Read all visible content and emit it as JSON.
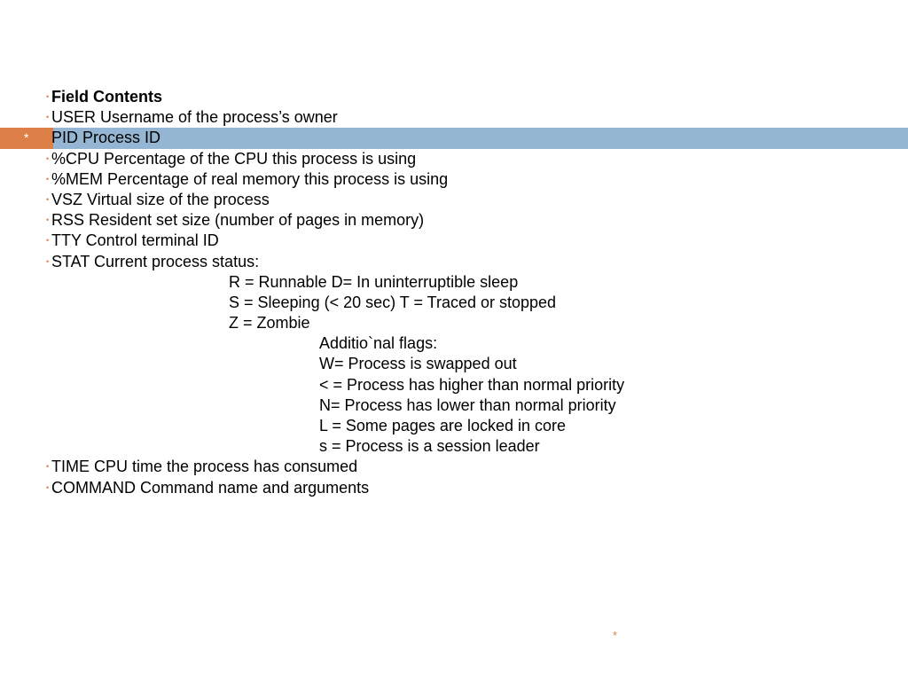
{
  "colors": {
    "band_blue": "#94b6d2",
    "band_orange": "#dd8047",
    "bullet": "#dd8047",
    "footer_mark": "#dd8047"
  },
  "band": {
    "accent_mark": "*"
  },
  "slide": {
    "lines": [
      {
        "text": "Field Contents",
        "level": 0,
        "bold": true
      },
      {
        "text": "USER Username of the process’s owner",
        "level": 0
      },
      {
        "text": "PID Process ID",
        "level": 0
      },
      {
        "text": "%CPU Percentage of the CPU this process is using",
        "level": 0
      },
      {
        "text": "%MEM Percentage of real memory this process is using",
        "level": 0
      },
      {
        "text": "VSZ Virtual size of the process",
        "level": 0
      },
      {
        "text": "RSS Resident set size (number of pages in memory)",
        "level": 0
      },
      {
        "text": "TTY Control terminal ID",
        "level": 0
      },
      {
        "text": "STAT Current process status:",
        "level": 0
      },
      {
        "text": "R = Runnable D= In uninterruptible sleep",
        "level": 1
      },
      {
        "text": "S = Sleeping (< 20 sec) T = Traced or stopped",
        "level": 1
      },
      {
        "text": "Z = Zombie",
        "level": 1
      },
      {
        "text": "Additio`nal flags:",
        "level": 2
      },
      {
        "text": "W= Process is swapped out",
        "level": 2
      },
      {
        "text": "< = Process has higher than normal priority",
        "level": 2
      },
      {
        "text": "N= Process has lower than normal priority",
        "level": 2
      },
      {
        "text": "L = Some pages are locked in core",
        "level": 2
      },
      {
        "text": "s = Process is a session leader",
        "level": 2
      },
      {
        "text": "TIME CPU time the process has consumed",
        "level": 0
      },
      {
        "text": "COMMAND Command name and arguments",
        "level": 0
      }
    ]
  },
  "footer": {
    "mark": "*"
  }
}
